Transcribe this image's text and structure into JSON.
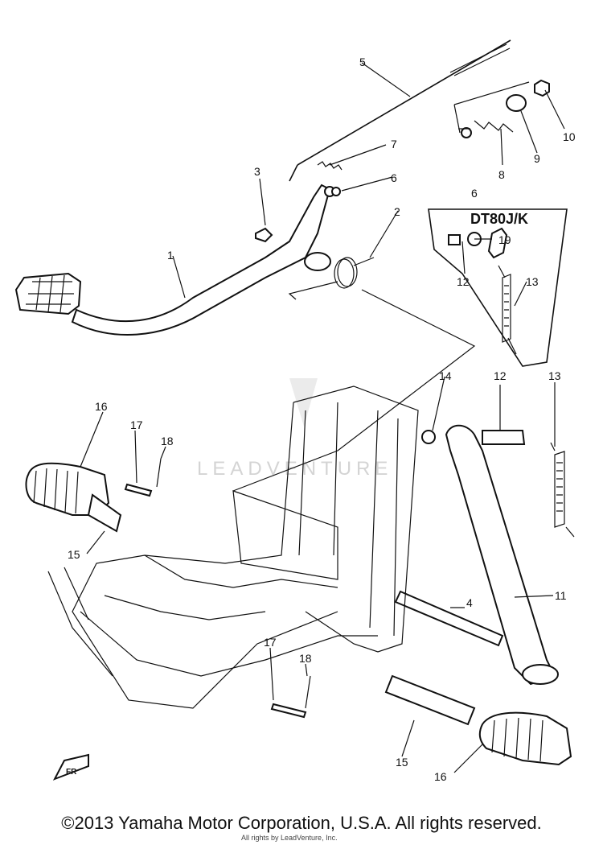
{
  "diagram": {
    "box_title": "DT80J/K",
    "watermark": "LEADVENTURE",
    "callouts": {
      "c1": "1",
      "c2": "2",
      "c3": "3",
      "c4": "4",
      "c5": "5",
      "c6a": "6",
      "c6b": "6",
      "c7": "7",
      "c8": "8",
      "c9": "9",
      "c10": "10",
      "c11": "11",
      "c12a": "12",
      "c12b": "12",
      "c13a": "13",
      "c13b": "13",
      "c14": "14",
      "c15a": "15",
      "c15b": "15",
      "c16a": "16",
      "c16b": "16",
      "c17a": "17",
      "c17b": "17",
      "c18a": "18",
      "c18b": "18",
      "c19": "19"
    },
    "front_badge": "FR"
  },
  "footer": {
    "copyright": "©2013 Yamaha Motor Corporation, U.S.A. All rights reserved.",
    "sub": "All rights by LeadVenture, Inc."
  }
}
